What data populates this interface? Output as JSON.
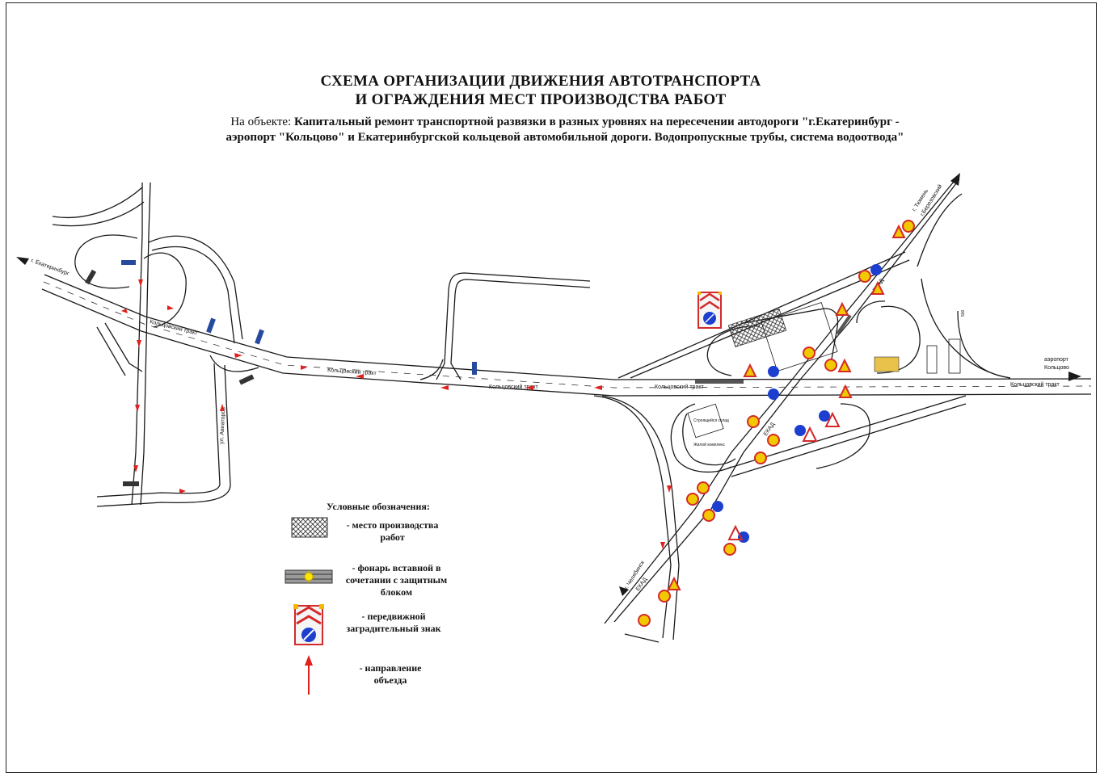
{
  "header": {
    "title_line1": "СХЕМА ОРГАНИЗАЦИИ ДВИЖЕНИЯ АВТОТРАНСПОРТА",
    "title_line2": "И ОГРАЖДЕНИЯ МЕСТ ПРОИЗВОДСТВА РАБОТ",
    "object_prefix": "На объекте:",
    "object_line1": "Капитальный ремонт транспортной развязки в разных уровнях на пересечении автодороги \"г.Екатеринбург -",
    "object_line2": "аэропорт \"Кольцово\" и Екатеринбургской кольцевой автомобильной дороги. Водопропускные трубы, система водоотвода\""
  },
  "map": {
    "direction_ekb": "г. Екатеринбург",
    "road_koltsovo_1": "Кольцовский тракт",
    "road_koltsovo_2": "Кольцовский тракт",
    "road_koltsovo_3": "Кольцовский тракт",
    "road_koltsovo_4": "Кольцовский тракт",
    "road_koltsovo_5": "Кольцовский тракт",
    "street_avianostsev": "ул. Авиаторов",
    "direction_airport_1": "аэропорт",
    "direction_airport_2": "Кольцово",
    "direction_tyumen_1": "г. Тюмень",
    "direction_tyumen_2": "г.Березовский",
    "direction_chelyabinsk": "г. Челябинск",
    "ekad_1": "ЕКАД",
    "ekad_2": "ЕКАД",
    "ekad_3": "ЕКАД",
    "building_1": "Строящийся склад",
    "building_2": "Жилой комплекс",
    "sign_distance": "500"
  },
  "legend": {
    "heading": "Условные обозначения:",
    "work_area": "- место производства работ",
    "lantern": "- фонарь вставной в сочетании с защитным блоком",
    "barrier": "- передвижной заградительный знак",
    "detour": "- направление объезда"
  },
  "colors": {
    "road": "#1a1a1a",
    "detour": "#e0201c",
    "sign_blue": "#1d3fcf",
    "barrier_red": "#d32a2a",
    "barrier_yellow": "#f5b800"
  }
}
